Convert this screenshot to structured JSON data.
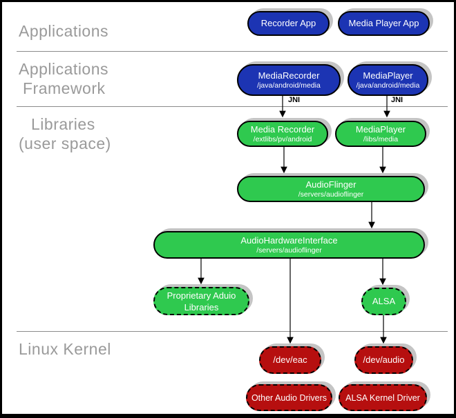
{
  "layers": {
    "applications": {
      "label": "Applications"
    },
    "framework": {
      "lines": [
        "Applications",
        "Framework"
      ]
    },
    "libraries": {
      "lines": [
        "Libraries",
        "(user space)"
      ]
    },
    "kernel": {
      "label": "Linux Kernel"
    }
  },
  "nodes": {
    "recorder_app": {
      "title": "Recorder App"
    },
    "media_player_app": {
      "title": "Media Player App"
    },
    "media_recorder_fw": {
      "title": "MediaRecorder",
      "path": "/java/android/media"
    },
    "media_player_fw": {
      "title": "MediaPlayer",
      "path": "/java/android/media"
    },
    "media_recorder_lib": {
      "title": "Media Recorder",
      "path": "/extlibs/pv/android"
    },
    "media_player_lib": {
      "title": "MediaPlayer",
      "path": "/libs/media"
    },
    "audioflinger": {
      "title": "AudioFlinger",
      "path": "/servers/audioflinger"
    },
    "audio_hw_interface": {
      "title": "AudioHardwareInterface",
      "path": "/servers/audioflinger"
    },
    "proprietary": {
      "lines": [
        "Proprietary Aduio",
        "Libraries"
      ]
    },
    "alsa": {
      "title": "ALSA"
    },
    "dev_eac": {
      "title": "/dev/eac"
    },
    "dev_audio": {
      "title": "/dev/audio"
    },
    "other_audio_drivers": {
      "title": "Other Audio Drivers"
    },
    "alsa_kernel_driver": {
      "title": "ALSA Kernel Driver"
    }
  },
  "annotations": {
    "jni_left": "JNI",
    "jni_right": "JNI"
  },
  "colors": {
    "node_blue": "#1c34b3",
    "node_green": "#2fc94f",
    "node_red": "#b60f0f",
    "shadow": "#c4c4c4",
    "layer_label": "#9a9a9a",
    "divider": "#8a8a8a"
  }
}
